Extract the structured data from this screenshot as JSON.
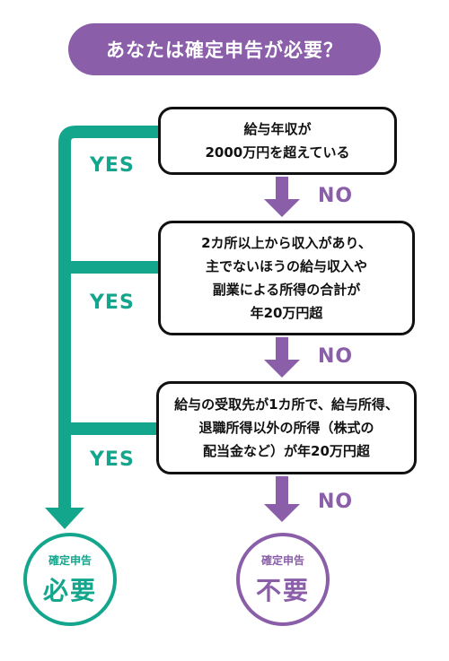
{
  "colors": {
    "purple": "#8a5ea8",
    "teal": "#14a68c",
    "box_border": "#111111"
  },
  "title": "あなたは確定申告が必要？",
  "questions": [
    {
      "lines": [
        "給与年収が",
        "2000万円を超えている"
      ]
    },
    {
      "lines": [
        "2カ所以上から収入があり、",
        "主でないほうの給与収入や",
        "副業による所得の合計が",
        "年20万円超"
      ]
    },
    {
      "lines": [
        "給与の受取先が1カ所で、給与所得、",
        "退職所得以外の所得（株式の",
        "配当金など）が年20万円超"
      ]
    }
  ],
  "yes_label": "YES",
  "no_label": "NO",
  "results": {
    "required": {
      "small": "確定申告",
      "big": "必要"
    },
    "not_required": {
      "small": "確定申告",
      "big": "不要"
    }
  }
}
